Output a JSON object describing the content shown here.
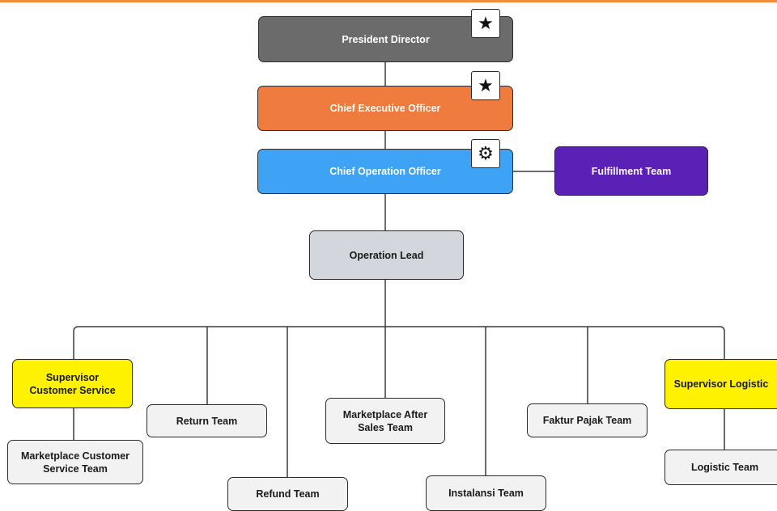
{
  "nodes": {
    "president_director": "President Director",
    "ceo": "Chief Executive Officer",
    "coo": "Chief Operation Officer",
    "fulfillment_team": "Fulfillment Team",
    "operation_lead": "Operation Lead",
    "supervisor_customer_service": "Supervisor Customer Service",
    "marketplace_customer_service_team": "Marketplace Customer Service Team",
    "return_team": "Return Team",
    "refund_team": "Refund Team",
    "marketplace_after_sales_team": "Marketplace After Sales Team",
    "instalansi_team": "Instalansi Team",
    "faktur_pajak_team": "Faktur Pajak Team",
    "supervisor_logistic": "Supervisor Logistic",
    "logistic_team": "Logistic Team"
  },
  "badges": {
    "president_director": "star-icon",
    "ceo": "star-icon",
    "coo": "gear-icon"
  },
  "colors": {
    "president_director": "#6b6b6b",
    "ceo": "#f07b3f",
    "coo": "#3ea2f5",
    "fulfillment_team": "#5b21b6",
    "operation_lead": "#d3d6dc",
    "supervisor": "#fff200",
    "team": "#f2f2f2",
    "connector": "#3a3a3a",
    "accent_rule": "#f28c3a"
  }
}
